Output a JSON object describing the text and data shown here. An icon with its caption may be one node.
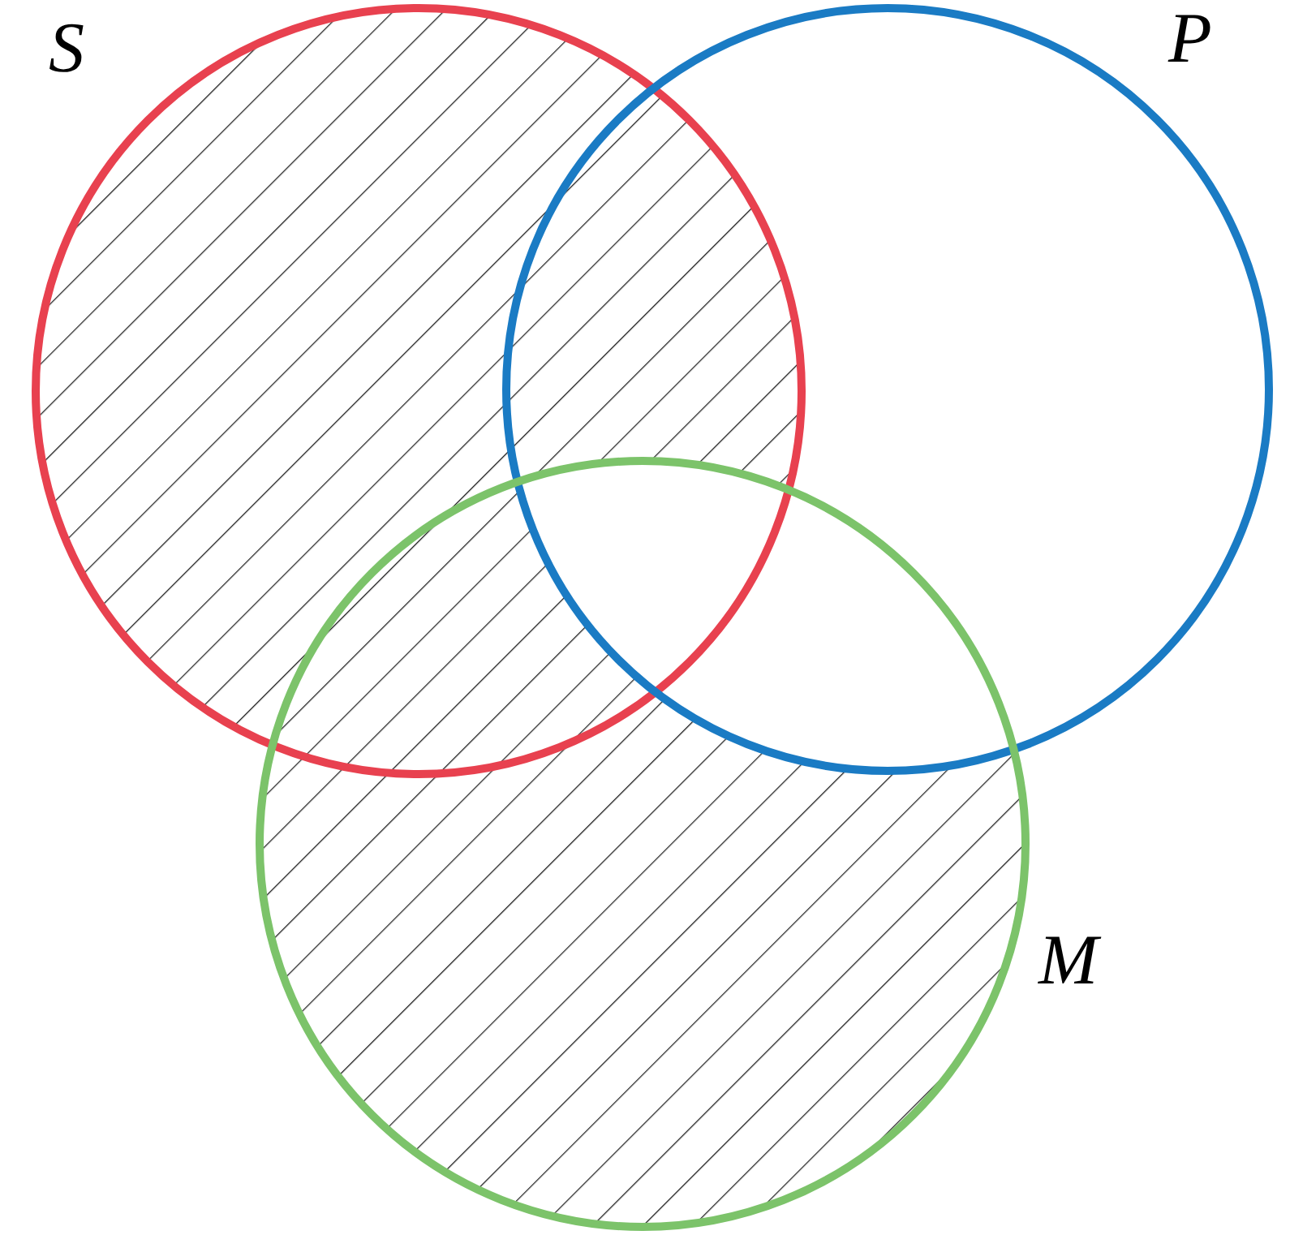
{
  "diagram": {
    "nodes": [
      {
        "text": [
          "S"
        ]
      },
      {
        "text": [
          "P"
        ]
      },
      {
        "text": [
          "M"
        ]
      }
    ]
  }
}
